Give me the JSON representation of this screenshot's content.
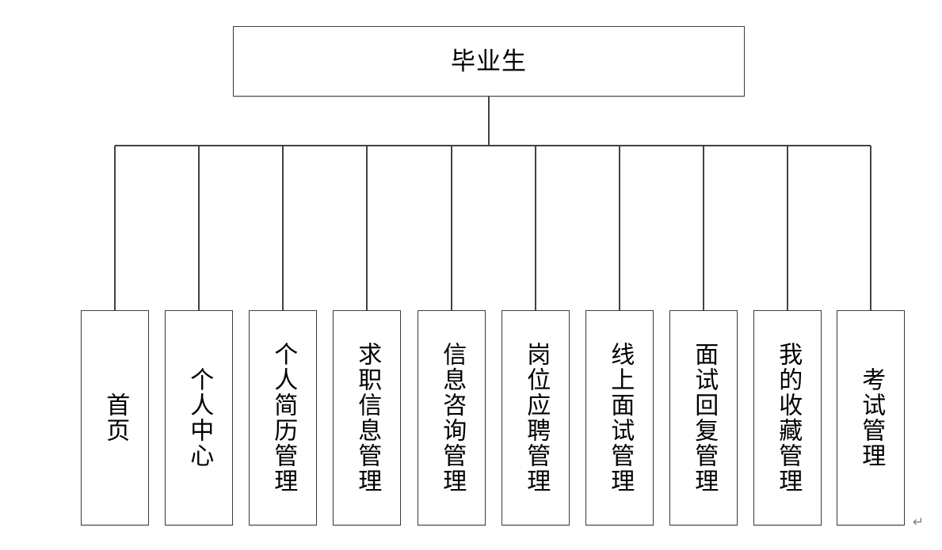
{
  "diagram": {
    "type": "organization-chart",
    "orientation": "top-down",
    "root": {
      "label": "毕业生"
    },
    "children": [
      {
        "label": "首页"
      },
      {
        "label": "个人中心"
      },
      {
        "label": "个人简历管理"
      },
      {
        "label": "求职信息管理"
      },
      {
        "label": "信息咨询管理"
      },
      {
        "label": "岗位应聘管理"
      },
      {
        "label": "线上面试管理"
      },
      {
        "label": "面试回复管理"
      },
      {
        "label": "我的收藏管理"
      },
      {
        "label": "考试管理"
      }
    ],
    "marks": {
      "paragraph_mark": "↵"
    },
    "colors": {
      "background": "#ffffff",
      "node_border": "#3a3f45",
      "node_fill": "#ffffff",
      "text": "#000000",
      "connector": "#3f4348",
      "paragraph_mark": "#7c8188"
    }
  }
}
